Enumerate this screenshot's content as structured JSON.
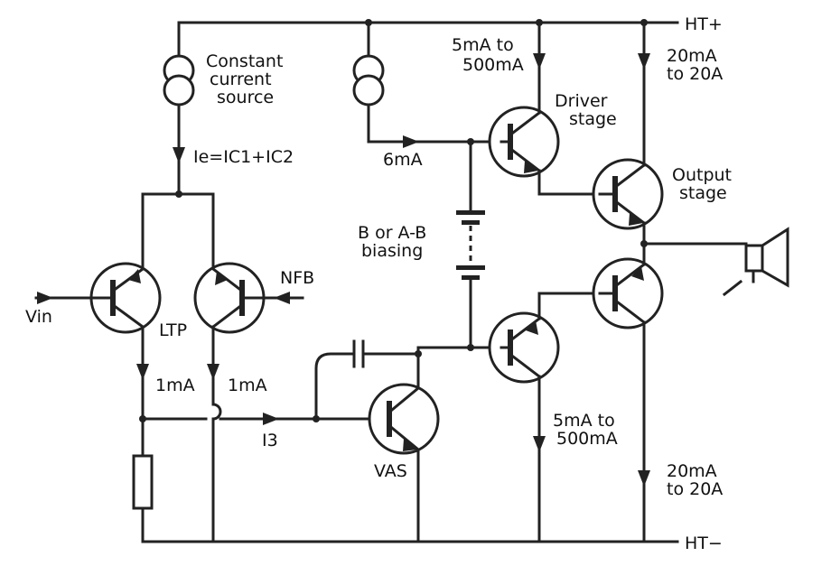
{
  "labels": {
    "ht_plus": "HT+",
    "ht_minus": "HT−",
    "constant_current_source": [
      "Constant",
      "current",
      "source"
    ],
    "ie_formula": "Ie=IC1+IC2",
    "vin": "Vin",
    "nfb": "NFB",
    "ltp": "LTP",
    "ltp_left_current": "1mA",
    "ltp_right_current": "1mA",
    "i3": "I3",
    "vas": "VAS",
    "six_ma": "6mA",
    "biasing": [
      "B or A-B",
      "biasing"
    ],
    "driver_top_current": [
      "5mA to",
      "500mA"
    ],
    "driver_stage": [
      "Driver",
      "stage"
    ],
    "output_top_current": [
      "20mA",
      "to 20A"
    ],
    "output_stage": [
      "Output",
      "stage"
    ],
    "driver_bottom_current": [
      "5mA to",
      "500mA"
    ],
    "output_bottom_current": [
      "20mA",
      "to 20A"
    ]
  }
}
